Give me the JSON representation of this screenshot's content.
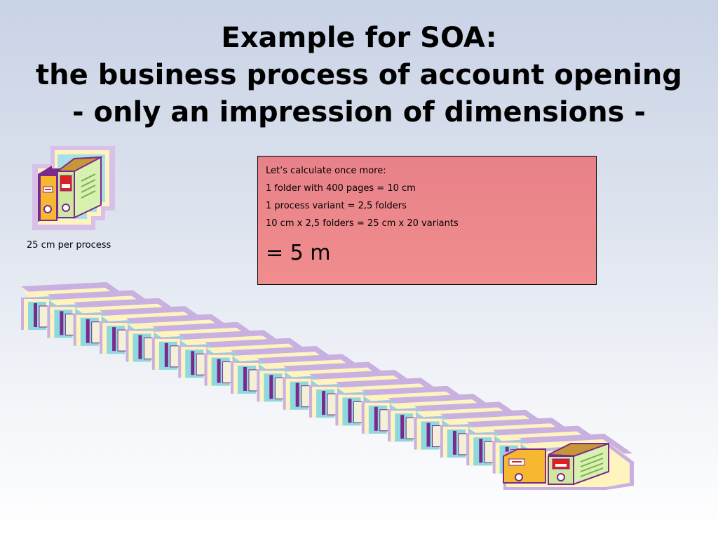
{
  "slide": {
    "title_lines": [
      "Example for SOA:",
      "the business process of account opening",
      "- only an impression of dimensions -"
    ],
    "caption": "25 cm per process",
    "calc_box": {
      "lines": [
        "Let‘s calculate once more:",
        "1 folder with 400 pages = 10 cm",
        "1 process variant = 2,5 folders",
        "10 cm x 2,5 folders = 25 cm x 20 variants"
      ],
      "result": "= 5 m"
    },
    "folder_stack": {
      "count": 20,
      "icon": "binder-folders-clipart"
    },
    "colors": {
      "calc_box_background": "#ee8a8c",
      "folder_yellow": "#f5b830",
      "folder_green": "#cfe8a0",
      "folder_red_label": "#e02020",
      "folder_outline": "#7a2a8a",
      "shadow_lavender": "#c8b0e0",
      "shadow_cream": "#fff4c0",
      "shadow_cyan": "#8ed8e0"
    }
  }
}
